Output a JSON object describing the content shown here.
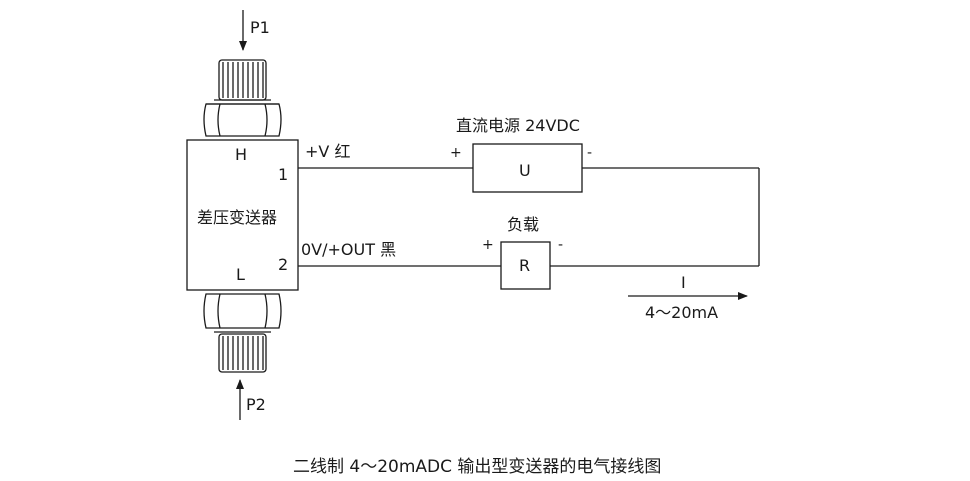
{
  "pressure_high": "P1",
  "pressure_low": "P2",
  "transmitter": {
    "name": "差压变送器",
    "high_port": "H",
    "low_port": "L",
    "terminal_1": "1",
    "terminal_2": "2"
  },
  "wire_positive": "+V  红",
  "wire_output": "0V/+OUT 黑",
  "power_supply": {
    "title": "直流电源 24VDC",
    "symbol": "U",
    "plus": "+",
    "minus": "-"
  },
  "load": {
    "title": "负载",
    "symbol": "R",
    "plus": "+",
    "minus": "-"
  },
  "current": {
    "symbol": "I",
    "range": "4～20mA"
  },
  "caption": "二线制 4～20mADC 输出型变送器的电气接线图"
}
